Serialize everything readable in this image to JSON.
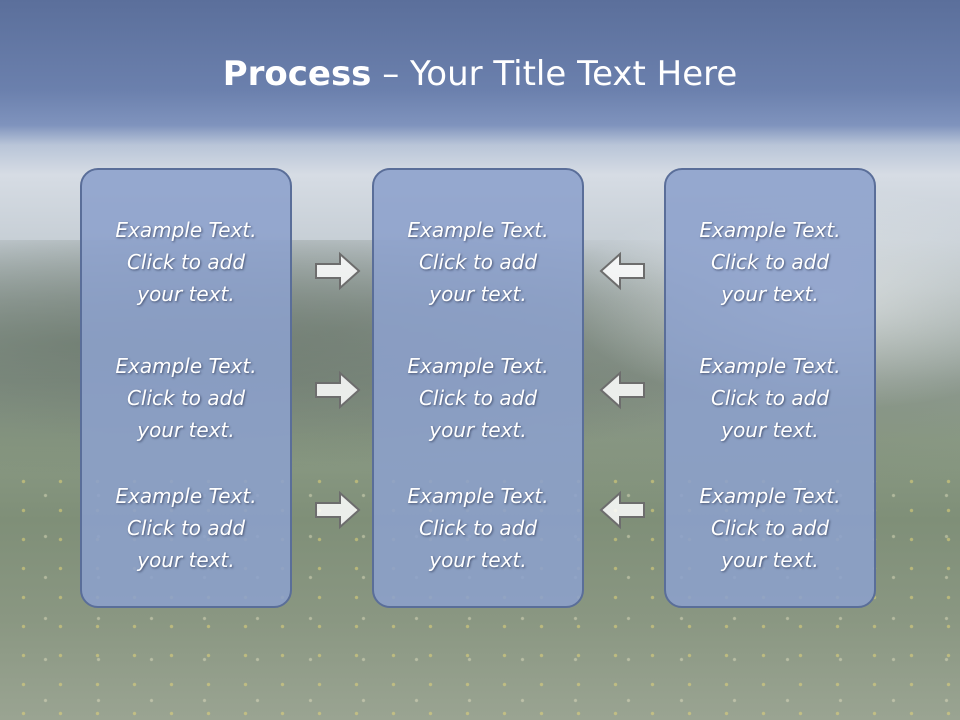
{
  "title": {
    "bold": "Process",
    "rest": " – Your Title Text Here"
  },
  "panels": [
    {
      "blocks": [
        [
          "Example Text.",
          "Click  to add",
          "your text."
        ],
        [
          "Example Text.",
          "Click  to add",
          "your text."
        ],
        [
          "Example Text.",
          "Click  to add",
          "your text."
        ]
      ]
    },
    {
      "blocks": [
        [
          "Example Text.",
          "Click  to add",
          "your text."
        ],
        [
          "Example Text.",
          "Click  to add",
          "your text."
        ],
        [
          "Example Text.",
          "Click  to add",
          "your text."
        ]
      ]
    },
    {
      "blocks": [
        [
          "Example Text.",
          "Click  to add",
          "your text."
        ],
        [
          "Example Text.",
          "Click  to add",
          "your text."
        ],
        [
          "Example Text.",
          "Click  to add",
          "your text."
        ]
      ]
    }
  ],
  "arrows": {
    "left_group": [
      "right-arrow-icon",
      "right-arrow-icon",
      "right-arrow-icon"
    ],
    "right_group": [
      "left-arrow-icon",
      "left-arrow-icon",
      "left-arrow-icon"
    ]
  },
  "colors": {
    "panel_fill": "#8ca0cc",
    "panel_border": "#5a6e99",
    "text": "#ffffff",
    "title_bar": "#5b6f9b"
  }
}
